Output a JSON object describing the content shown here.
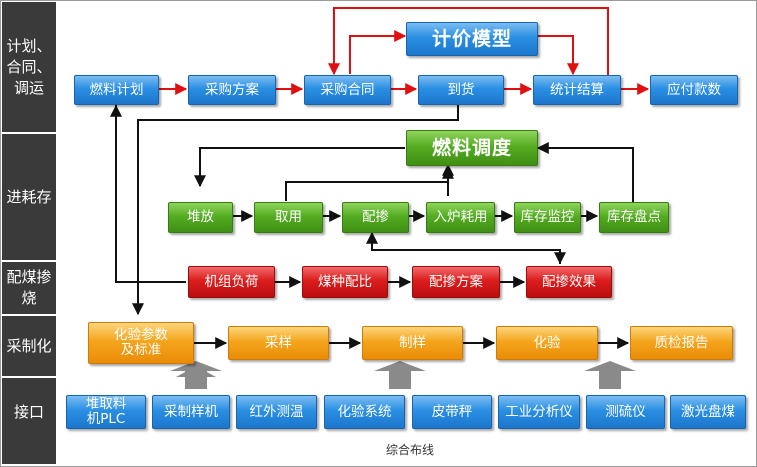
{
  "band_labels": {
    "plan": "计划、合同、调运",
    "stock": "进耗存",
    "blend": "配煤掺烧",
    "sampling": "采制化",
    "interface": "接口"
  },
  "top_model": "计价模型",
  "plan_row": [
    "燃料计划",
    "采购方案",
    "采购合同",
    "到货",
    "统计结算",
    "应付款数"
  ],
  "dispatch": "燃料调度",
  "stock_row": [
    "堆放",
    "取用",
    "配掺",
    "入炉耗用",
    "库存监控",
    "库存盘点"
  ],
  "blend_row": [
    "机组负荷",
    "煤种配比",
    "配掺方案",
    "配掺效果"
  ],
  "sampling_row": [
    "化验参数及标准",
    "采样",
    "制样",
    "化验",
    "质检报告"
  ],
  "interface_row": [
    "堆取料机PLC",
    "采制样机",
    "红外测温",
    "化验系统",
    "皮带秤",
    "工业分析仪",
    "测硫仪",
    "激光盘煤"
  ],
  "footer": "综合布线",
  "colors": {
    "blue": "#2a8fe3",
    "green": "#55ad22",
    "red": "#dc1d1d",
    "orange": "#f5a51d",
    "left_column": "#3a3a3a",
    "red_arrow": "#e01010",
    "black_arrow": "#111111",
    "gray_arrow": "#8a8a8a"
  }
}
